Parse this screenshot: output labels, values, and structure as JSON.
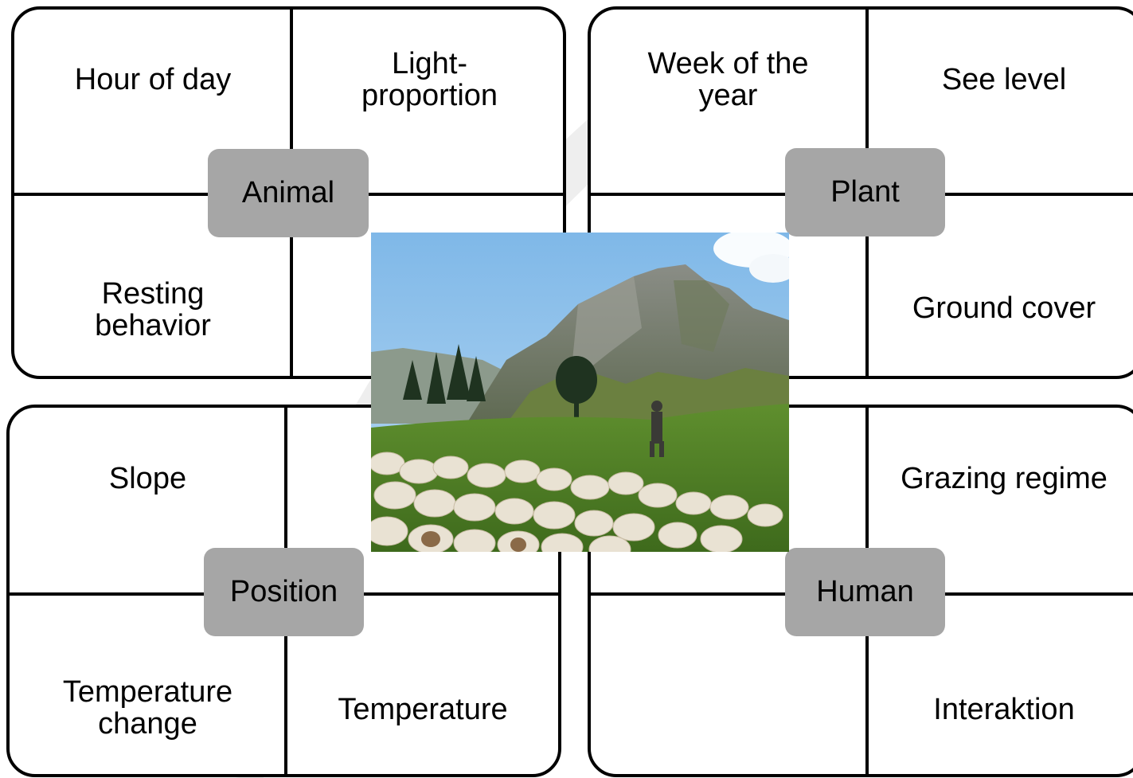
{
  "quadrants": {
    "animal": {
      "label": "Animal",
      "top_left": "Hour of day",
      "top_right": "Light-\nproportion",
      "bottom_left": "Resting\nbehavior"
    },
    "plant": {
      "label": "Plant",
      "top_left": "Week of the\nyear",
      "top_right": "See level",
      "bottom_right": "Ground cover"
    },
    "position": {
      "label": "Position",
      "top_left": "Slope",
      "bottom_left": "Temperature\nchange",
      "bottom_right": "Temperature"
    },
    "human": {
      "label": "Human",
      "top_right": "Grazing regime",
      "bottom_right": "Interaktion"
    }
  },
  "photo": {
    "subject": "sheep-herd-mountain-pasture-photo"
  }
}
